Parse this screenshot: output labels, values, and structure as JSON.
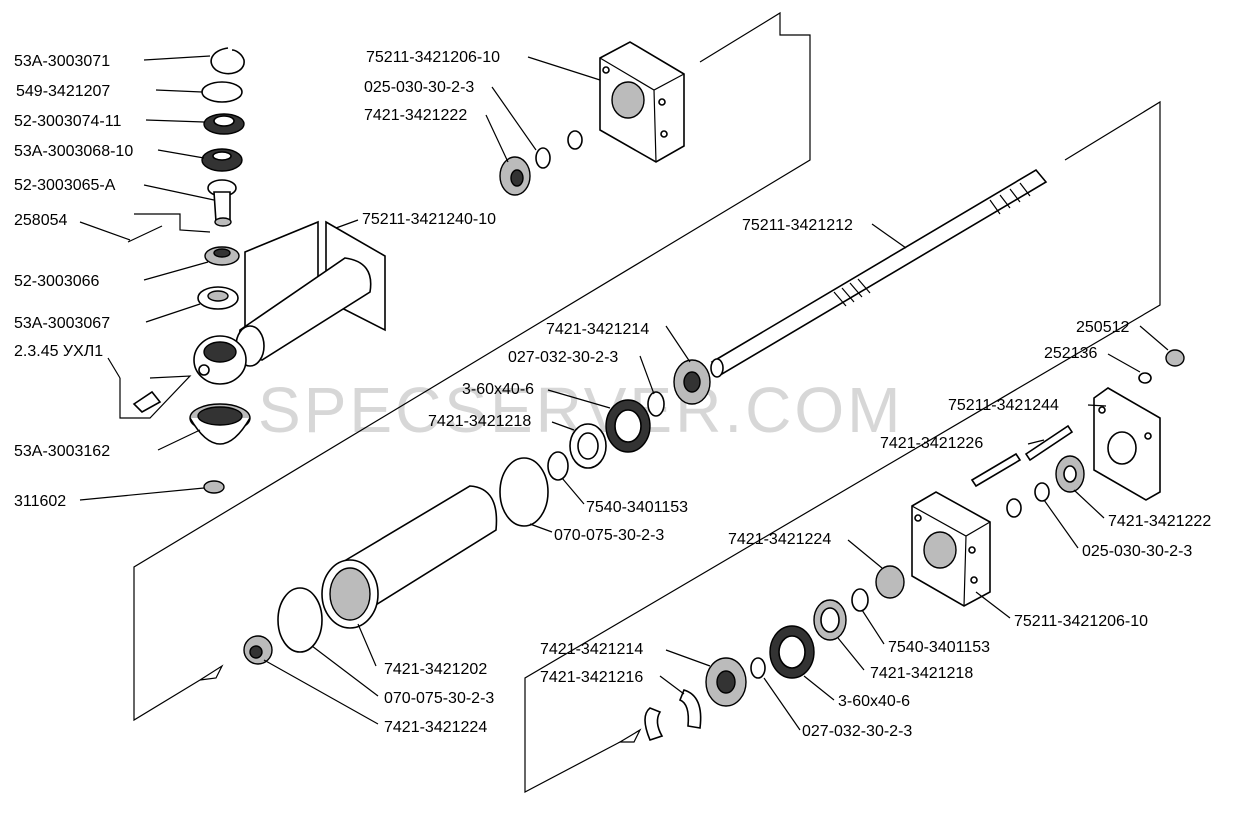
{
  "watermark": "SPECSERVER.COM",
  "labels": {
    "l01": "53А-3003071",
    "l02": "549-3421207",
    "l03": "52-3003074-11",
    "l04": "53А-3003068-10",
    "l05": "52-3003065-А",
    "l06": "258054",
    "l07": "52-3003066",
    "l08": "53А-3003067",
    "l09": "2.3.45 УХЛ1",
    "l10": "53А-3003162",
    "l11": "311602",
    "l12": "75211-3421206-10",
    "l13": "025-030-30-2-3",
    "l14": "7421-3421222",
    "l15": "75211-3421240-10",
    "l16": "75211-3421212",
    "l17": "7421-3421214",
    "l18": "027-032-30-2-3",
    "l19": "3-60х40-6",
    "l20": "7421-3421218",
    "l21": "7540-3401153",
    "l22": "070-075-30-2-3",
    "l23": "7421-3421202",
    "l24": "070-075-30-2-3",
    "l25": "7421-3421224",
    "l26": "250512",
    "l27": "252136",
    "l28": "75211-3421244",
    "l29": "7421-3421226",
    "l30": "7421-3421222",
    "l31": "025-030-30-2-3",
    "l32": "7421-3421224",
    "l33": "75211-3421206-10",
    "l34": "7540-3401153",
    "l35": "7421-3421218",
    "l36": "7421-3421214",
    "l37": "7421-3421216",
    "l38": "3-60х40-6",
    "l39": "027-032-30-2-3"
  }
}
